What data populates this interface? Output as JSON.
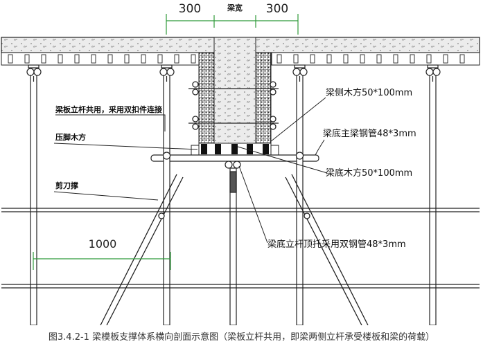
{
  "dimensions": {
    "left_span": "300",
    "center_label": "梁宽",
    "right_span": "300",
    "post_spacing": "1000"
  },
  "labels": {
    "beam_slab_posts": "梁板立杆共用，采用双扣件连接",
    "foot_timber": "压脚木方",
    "bracing": "剪刀撑",
    "side_timber": "梁侧木方50*100mm",
    "main_steel_pipe": "梁底主梁钢管48*3mm",
    "bottom_timber": "梁底木方50*100mm",
    "bottom_post_pipe": "梁底立杆顶托采用双钢管48*3mm"
  },
  "caption": "图3.4.2-1 梁模板支撑体系横向剖面示意图（梁板立杆共用，即梁两侧立杆承受楼板和梁的荷载）",
  "colors": {
    "line": "#222222",
    "dimension": "#2e9a3a",
    "concrete_fill": "#e9e9e9",
    "mesh": "#2a2a2a"
  }
}
